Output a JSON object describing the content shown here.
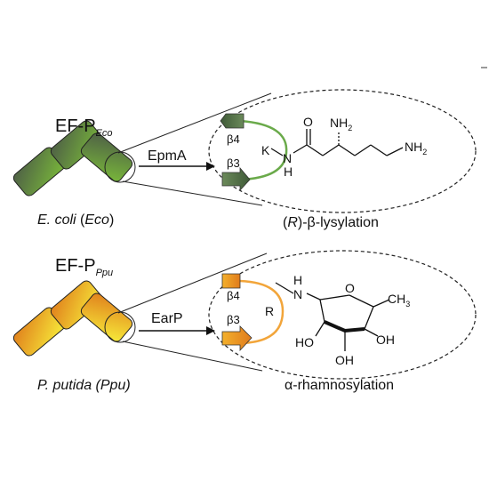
{
  "panels": [
    {
      "protein": {
        "prefix": "EF-P",
        "subscript": "Eco"
      },
      "enzyme": "EpmA",
      "strand_top": "β4",
      "strand_bottom": "β3",
      "residue": "K",
      "organism": {
        "italic": "E. coli",
        "normal": " (",
        "italic2": "Eco",
        "close": ")"
      },
      "modification": {
        "pre": "(",
        "italic": "R",
        "post": ")-β-lysylation"
      },
      "chem": {
        "N": "N",
        "H": "H",
        "O": "O",
        "NH2_top": "NH",
        "NH2_top_sub": "2",
        "NH2_end": "NH",
        "NH2_end_sub": "2"
      },
      "colors": {
        "dark": "#4f6b3e",
        "light": "#6fa63a",
        "arrow": "#5b7a4a",
        "loop": "#6aaa4a"
      }
    },
    {
      "protein": {
        "prefix": "EF-P",
        "subscript": "Ppu"
      },
      "enzyme": "EarP",
      "strand_top": "β4",
      "strand_bottom": "β3",
      "residue": "R",
      "organism": {
        "text": "P. putida (Ppu)"
      },
      "modification": {
        "text": "α-rhamnosylation"
      },
      "chem": {
        "H": "H",
        "N": "N",
        "O": "O",
        "CH3": "CH",
        "CH3_sub": "3",
        "HO1": "HO",
        "OH1": "OH",
        "OH2": "OH"
      },
      "colors": {
        "dark": "#e4871e",
        "light": "#f2e03a",
        "arrow": "#f0962a",
        "loop": "#f2a53a"
      }
    }
  ]
}
